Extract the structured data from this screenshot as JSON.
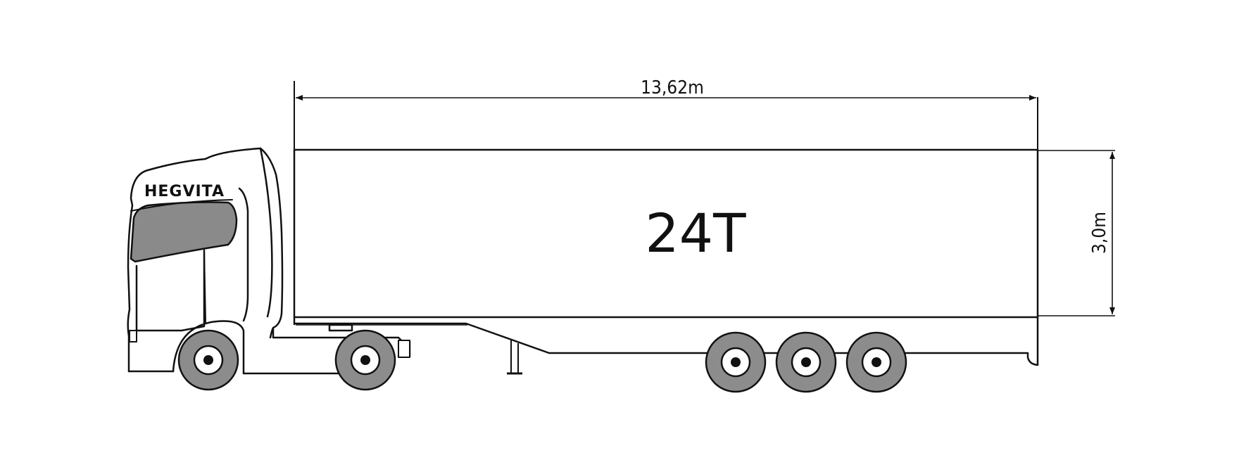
{
  "diagram": {
    "length_label": "13,62m",
    "height_label": "3,0m",
    "capacity_label": "24T",
    "brand_label": "HEGVITA"
  },
  "colors": {
    "line": "#111111",
    "glass": "#8a8a8a",
    "tyre": "#8c8c8c",
    "hub": "#ffffff",
    "background": "#ffffff"
  }
}
